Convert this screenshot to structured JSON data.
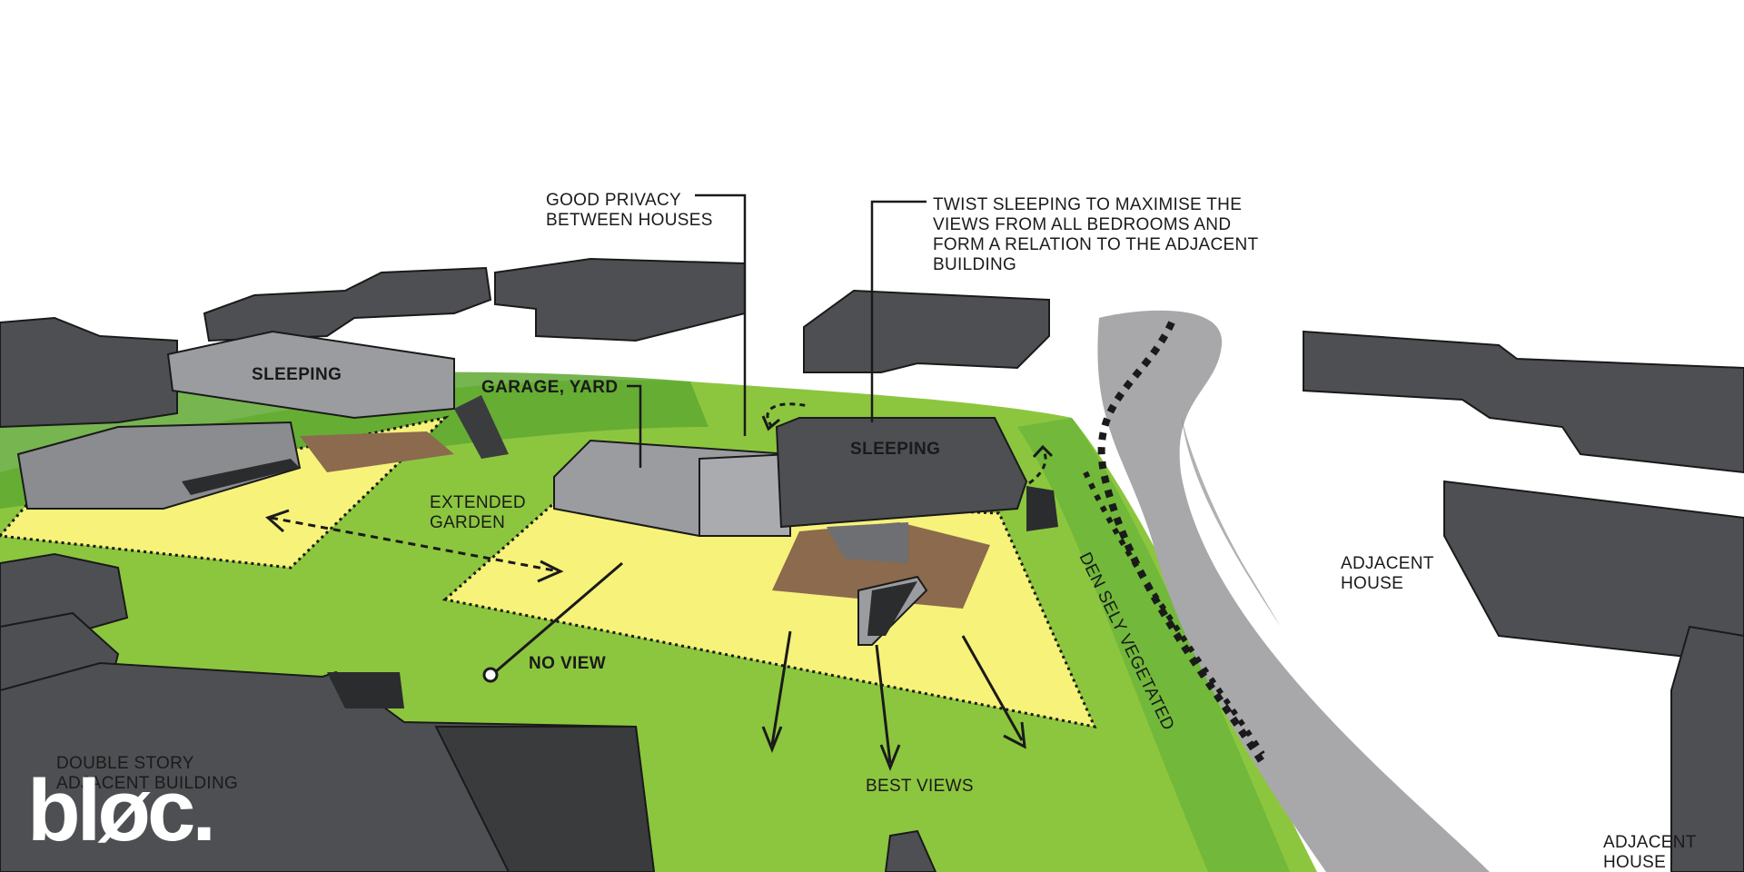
{
  "labels": {
    "good_privacy": [
      "GOOD PRIVACY",
      "BETWEEN HOUSES"
    ],
    "twist_sleeping": [
      "TWIST SLEEPING TO MAXIMISE THE",
      "VIEWS FROM ALL BEDROOMS AND",
      "FORM A RELATION TO THE ADJACENT",
      "BUILDING"
    ],
    "sleeping_left": "SLEEPING",
    "sleeping_right": "SLEEPING",
    "garage_yard": "GARAGE, YARD",
    "extended_garden": [
      "EXTENDED",
      "GARDEN"
    ],
    "no_view": "NO VIEW",
    "best_views": "BEST VIEWS",
    "densely_vegetated": "DEN SELY VEGETATED",
    "adjacent_house_right": [
      "ADJACENT",
      "HOUSE"
    ],
    "adjacent_house_bottom": [
      "ADJACENT",
      "HOUSE"
    ],
    "double_story": [
      "DOUBLE STORY",
      "ADJACENT BUILDING"
    ]
  },
  "logo": "bløc.",
  "colors": {
    "lawn": "#8cc63f",
    "lawn_dark": "#5fa832",
    "garden_zone": "#f7f27a",
    "building_dark": "#4d4f52",
    "building_light": "#9a9c9f",
    "road": "#a8a8ab",
    "deck": "#8b6a4e"
  }
}
